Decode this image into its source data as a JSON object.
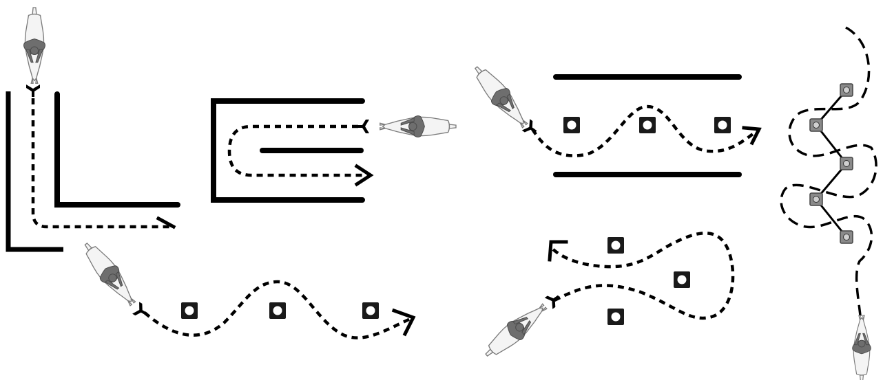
{
  "patterns": [
    {
      "name": "l-corridor",
      "cones": 0
    },
    {
      "name": "u-turn-corridor",
      "cones": 0
    },
    {
      "name": "slalom-lower-left",
      "cones": 3
    },
    {
      "name": "slalom-between-rails",
      "cones": 3
    },
    {
      "name": "figure-loop",
      "cones": 3
    },
    {
      "name": "chained-circles",
      "cones": 5
    }
  ],
  "colors": {
    "walls": "#000000",
    "path": "#000000",
    "cone": "#1a1a1a",
    "cone_grey": "#8a8a8a",
    "horse": "#f4f4f4",
    "rider": "#6e6e6e"
  },
  "icons": [
    "horse-rider-icon",
    "cone-icon",
    "start-marker-icon",
    "arrow-head-icon"
  ]
}
